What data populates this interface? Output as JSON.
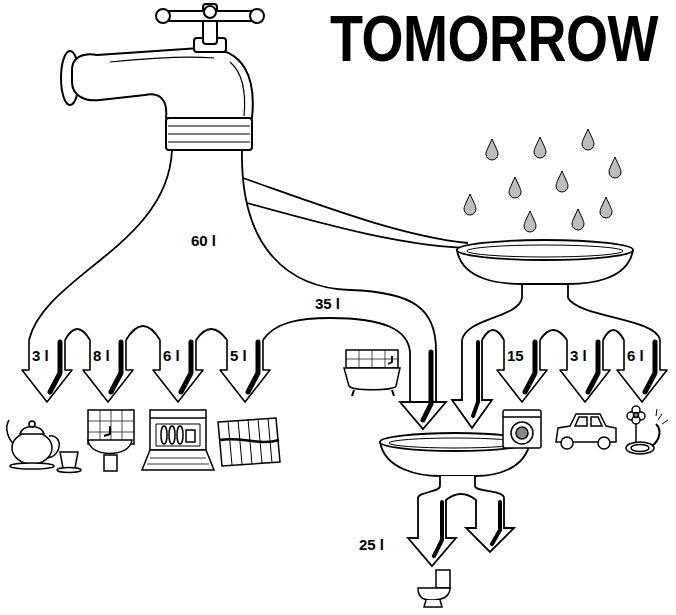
{
  "diagram": {
    "title": "TOMORROW",
    "labels": [
      "60 l",
      "35 l",
      "3 l",
      "8 l",
      "6 l",
      "5 l",
      "15",
      "3 l",
      "6 l",
      "25 l"
    ]
  }
}
